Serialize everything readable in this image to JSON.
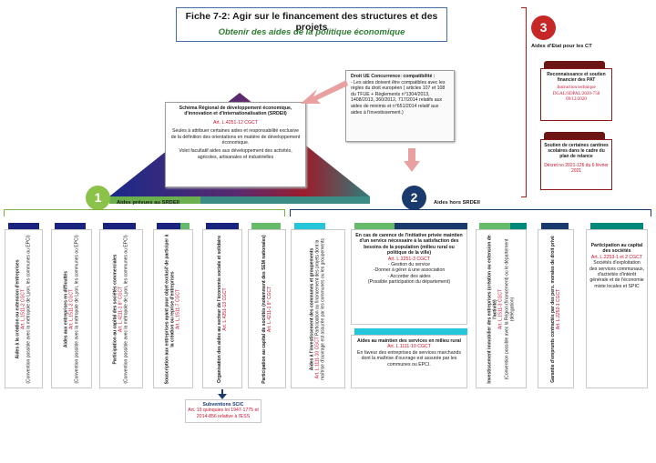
{
  "title": {
    "main": "Fiche 7-2: Agir sur le financement des structures et des projets",
    "subtitle": "Obtenir des aides de la politique économique"
  },
  "ue": {
    "heading": "Droit UE Concurrence: compatibilité :",
    "body": "- Les aides doivent être compatibles avec les règles du droit européen ( articles 107 et 108 du TFUE + Règlements n°1304/2013, 1408/2013, 360/2012, 717/2014 relatifs aux aides de minimis et n°651/2014 relatif aux aides à l'investissement.)"
  },
  "srdeii": {
    "heading": "Schéma Régional de développement économique, d'innovation et d'internationalisation (SRDEII)",
    "ref": "Art. L.4251-12 CGCT",
    "p1": "Seules à attribuer certaines aides et responsabilité exclusive de la définition des orientations en matière de développement économique.",
    "p2": "Volet facultatif aides aux développement des activités, agricoles, artisanales et industrielles"
  },
  "section1": {
    "number": "1",
    "label": "Aides prévues au SRDEII"
  },
  "section2": {
    "number": "2",
    "label": "Aides hors SRDEII"
  },
  "section3": {
    "number": "3",
    "label": "Aides d'Etat pour les CT",
    "box1": {
      "heading": "Reconnaissance et soutien financier des PAT",
      "ref": "Instruction technique DGAL/SDPAL/2020-758 09/12/2020"
    },
    "box2": {
      "heading": "Soutien de certaines cantines scolaires dans le cadre du plan de relance",
      "ref": "Décret no 2021-126 du 6 février 2021"
    }
  },
  "col1": [
    {
      "heading": "Aides à la création ou extension d'entreprises",
      "ref": "Art. L.1511-2 CGCT",
      "note": "(Convention possible avec la métropole de Lyon, les communes ou EPCI)"
    },
    {
      "heading": "Aides aux entreprises en difficultés",
      "ref": "Art. L.1511-2 CGCT",
      "note": "(Convention possible avec la métropole de Lyon, les communes ou EPCI)"
    },
    {
      "heading": "Participation au capital des sociétés commerciales",
      "ref": "Art. L.4211-1 8° CGCT",
      "note": "(Convention possible avec la métropole de Lyon, les communes ou EPCI)"
    },
    {
      "heading": "Souscription aux entreprises ayant pour objet exclusif de participer à la création ou reprise d'entreprises",
      "ref": "Art. L.1511-7 CGCT",
      "note": ""
    },
    {
      "heading": "Organisation des aides au secteur de l'économie sociale et solidaire",
      "ref": "Art. L.4251-13 CGCT",
      "note": ""
    },
    {
      "heading": "Participation au capital de sociétés (notamment des SEM nationales)",
      "ref": "Art. L.4211-1 8° CGCT",
      "note": ""
    }
  ],
  "scic": {
    "heading": "Subventions SCIC",
    "ref": "Art. 19 quinquies loi 1947-1775 et 2014-856 relative à l'ESS"
  },
  "col2": {
    "invest": {
      "heading": "Aides à l'investissement des communes et groupements",
      "ref": "Art. L.1111-10 CGCT",
      "note": "Participation au financement des projets dont la maîtrise d'ouvrage est assurée par les communes ou les groupements"
    },
    "carence": {
      "heading": "En cas de carence de l'initiative privée maintien d'un service nécessaire à la satisfaction des besoins de la population (milieu rural ou politique de la ville)",
      "ref": "Art. L.2251-3 CGCT",
      "items": [
        "- Gestion du service",
        "-Donner à gérer à une association",
        "- Accorder des aides",
        "(Possible participation du département)"
      ]
    },
    "maintien": {
      "heading": "Aides au maintien des services en milieu rural",
      "ref": "Art. L.1111-10 CGCT",
      "note": "En faveur des entreprises de services marchands dont la maîtrise d'ouvrage est assurée par les communes ou EPCI."
    },
    "immo": {
      "heading": "Investissement immobilier des entreprises (création ou extension de l'activité)",
      "ref": "Art. L.1511-3 CGCT",
      "note": "(Convention possible avec la Région (financement) ou le département (délégation)"
    },
    "garantie": {
      "heading": "Garantie d'emprunts contractés par des pers. morales de droit privé",
      "ref": "Art. L.2252-1 CGCT"
    },
    "capital": {
      "heading": "Participation au capital des sociétés",
      "ref": "Art. L.2253-1 et 2 CGCT",
      "note": "Sociétés d'exploitation des services communaux, d'activités d'intérêt générale et de l'économie mixte locales et SPIC"
    }
  },
  "colors": {
    "blue": "#1a237e",
    "green": "#4caf50",
    "teal": "#00897b",
    "maroon": "#6d1414",
    "red": "#c8102e",
    "cyan": "#26c6da"
  }
}
